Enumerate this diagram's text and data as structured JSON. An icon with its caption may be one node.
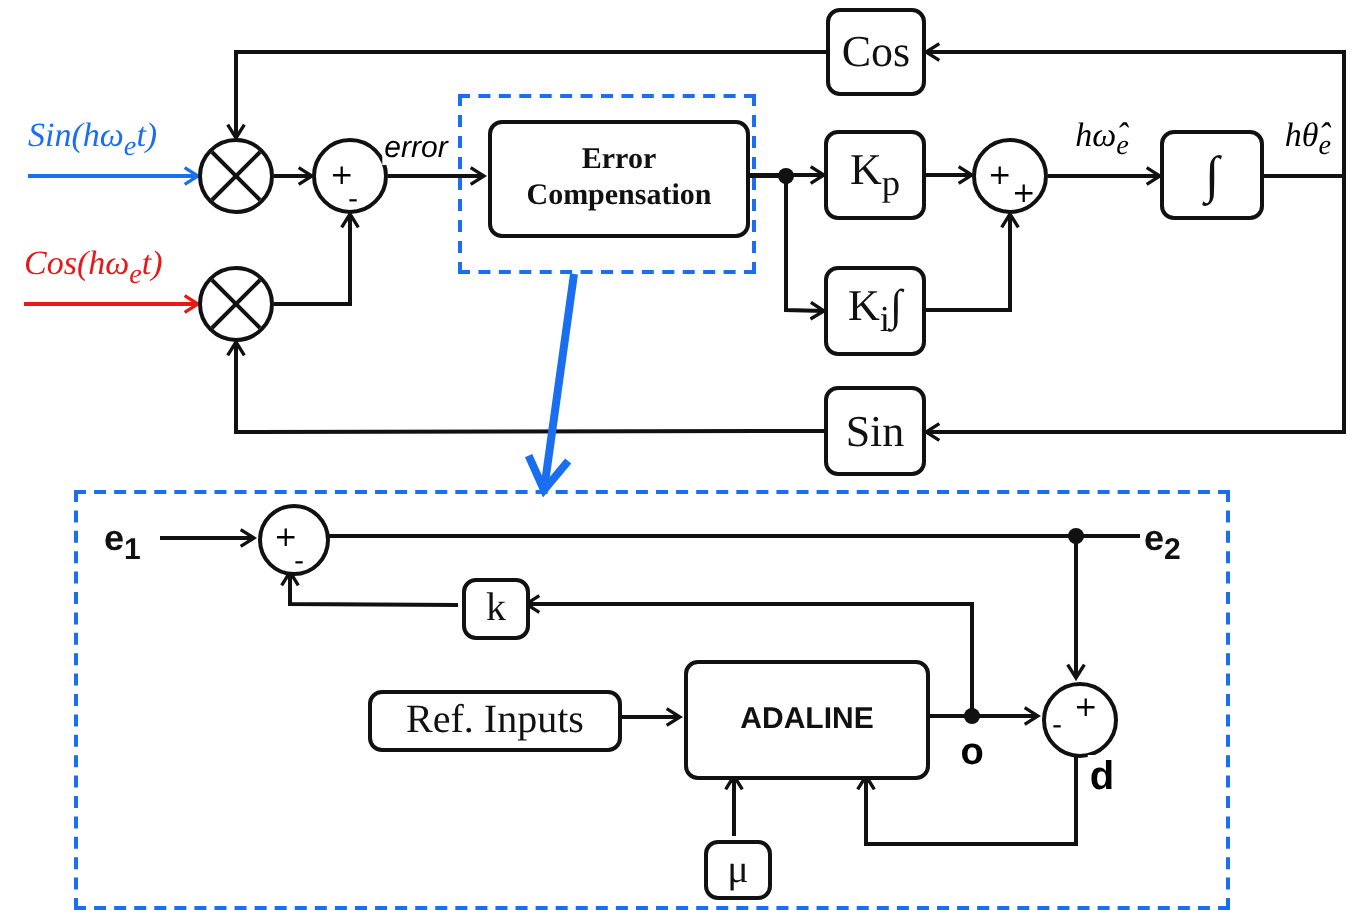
{
  "diagram": {
    "nodes": [
      {
        "text": [
          "Cos"
        ]
      },
      {
        "text": [
          "Sin(hω$_{e}$t)"
        ]
      },
      {
        "text": [],
        "shape": "circle"
      },
      {
        "text": [
          "+",
          "-"
        ]
      },
      {
        "text": [],
        "shape": "box"
      },
      {
        "text": [
          "Error Compensation"
        ],
        "in": 4
      },
      {
        "text": [
          "K$_{p}$"
        ]
      },
      {
        "text": [
          "+",
          "+"
        ]
      },
      {
        "text": [
          "∫"
        ]
      },
      {
        "text": [
          "Cos(hω$_{e}$t)"
        ]
      },
      {
        "text": [],
        "shape": "circle"
      },
      {
        "text": [
          "K$_{i}$∫"
        ]
      },
      {
        "text": [
          "Sin"
        ]
      },
      {
        "text": [],
        "shape": "box"
      },
      {
        "text": [
          "e$_{1}$"
        ],
        "in": 13
      },
      {
        "text": [
          "+",
          "-"
        ],
        "in": 13
      },
      {
        "text": [
          "e$_{2}$"
        ],
        "in": 13
      },
      {
        "text": [
          "k"
        ],
        "in": 13
      },
      {
        "text": [
          "Ref. Inputs"
        ],
        "in": 13
      },
      {
        "text": [
          "ADALINE"
        ],
        "in": 13
      },
      {
        "text": [
          "+",
          "-"
        ],
        "in": 13
      },
      {
        "text": [
          "μ"
        ],
        "in": 13
      }
    ],
    "edges": [
      {
        "from": 1,
        "to": 2,
        "arrow": "to",
        "color": "#1a6ff0"
      },
      {
        "from": 9,
        "to": 10,
        "arrow": "to",
        "color": "#e81818"
      },
      {
        "from": 2,
        "to": 3,
        "arrow": "to"
      },
      {
        "from": 10,
        "to": 3,
        "arrow": "to"
      },
      {
        "from": 3,
        "to": 5,
        "arrow": "to",
        "label": "error"
      },
      {
        "from": 5,
        "to": 6,
        "arrow": "to"
      },
      {
        "from": 5,
        "to": 11,
        "arrow": "to"
      },
      {
        "from": 6,
        "to": 7,
        "arrow": "to"
      },
      {
        "from": 11,
        "to": 7,
        "arrow": "to"
      },
      {
        "from": 7,
        "to": 8,
        "arrow": "to",
        "label": "hω̂$_{e}$"
      },
      {
        "from": 8,
        "to": 0,
        "arrow": "to",
        "label": "hθ̂$_{e}$"
      },
      {
        "from": 8,
        "to": 12,
        "arrow": "to"
      },
      {
        "from": 0,
        "to": 2,
        "arrow": "to"
      },
      {
        "from": 12,
        "to": 10,
        "arrow": "to"
      },
      {
        "from": 4,
        "to": 13,
        "arrow": "to",
        "style": "thick",
        "color": "#1a6ff0"
      },
      {
        "from": 14,
        "to": 15,
        "arrow": "to"
      },
      {
        "from": 15,
        "to": 16,
        "arrow": "none"
      },
      {
        "from": 15,
        "to": 20,
        "arrow": "to"
      },
      {
        "from": 18,
        "to": 19,
        "arrow": "to"
      },
      {
        "from": 19,
        "to": 20,
        "arrow": "to",
        "label": "o"
      },
      {
        "from": 19,
        "to": 17,
        "arrow": "to"
      },
      {
        "from": 17,
        "to": 15,
        "arrow": "to"
      },
      {
        "from": 20,
        "to": 19,
        "arrow": "to",
        "label": "d"
      },
      {
        "from": 21,
        "to": 19,
        "arrow": "to"
      }
    ]
  }
}
